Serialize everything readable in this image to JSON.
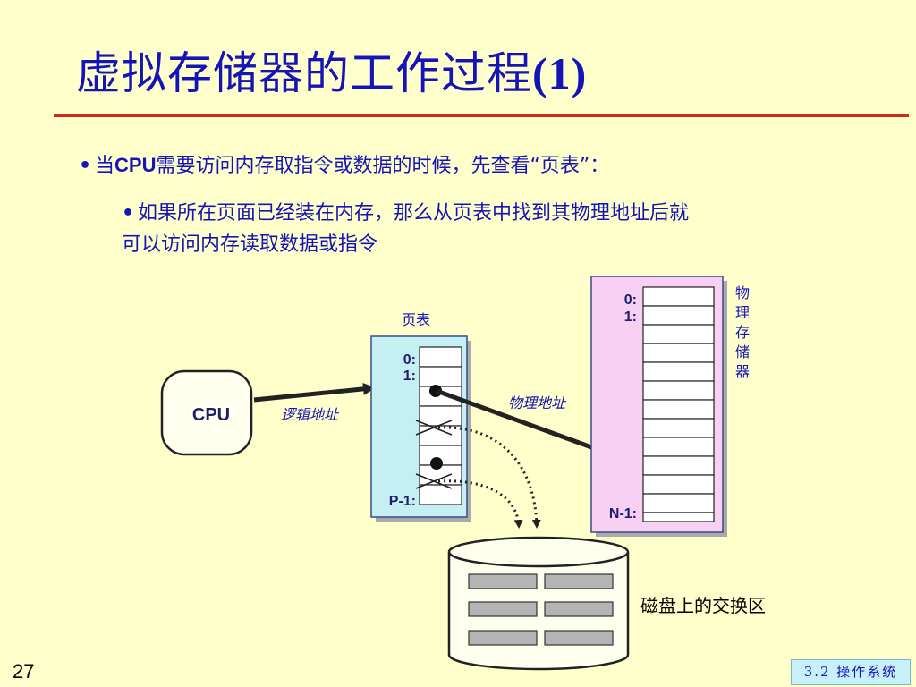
{
  "title": {
    "main": "虚拟存储器的工作过程",
    "num": "(1)"
  },
  "bullets": {
    "b1_pre": "当",
    "b1_cpu": "CPU",
    "b1_post": "需要访问内存取指令或数据的时候，先查看“页表”：",
    "b2_line1": "如果所在页面已经装在内存，那么从页表中找到其物理地址后就",
    "b2_line2": "可以访问内存读取数据或指令"
  },
  "diagram": {
    "cpu_label": "CPU",
    "logical_address": "逻辑地址",
    "physical_address": "物理地址",
    "page_table_title": "页表",
    "page_table_row0": "0:",
    "page_table_row1": "1:",
    "page_table_last": "P-1:",
    "memory_row0": "0:",
    "memory_row1": "1:",
    "memory_last": "N-1:",
    "memory_chars": [
      "物",
      "理",
      "存",
      "储",
      "器"
    ],
    "disk_label": "磁盘上的交换区"
  },
  "footer": {
    "slide_number": "27",
    "section": "3.2 操作系统"
  }
}
